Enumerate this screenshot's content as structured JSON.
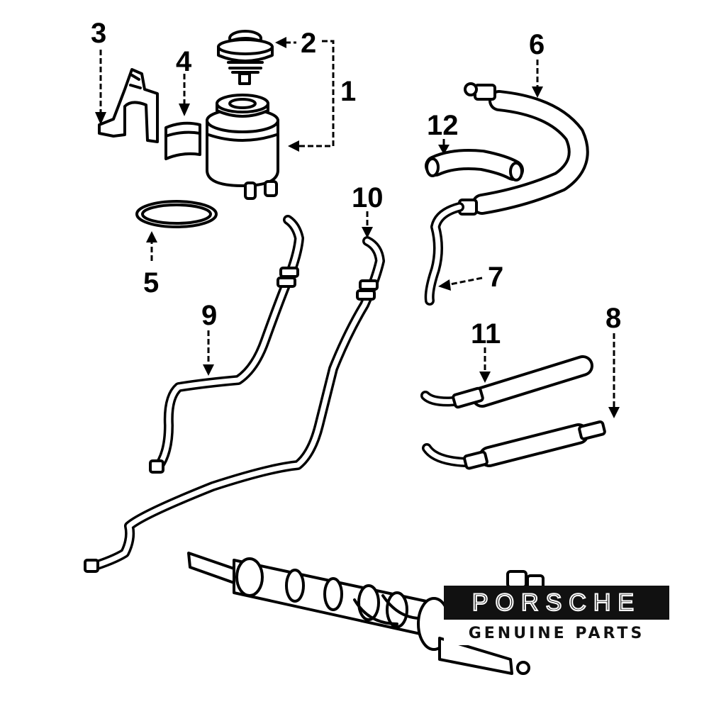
{
  "callouts": {
    "c1": "1",
    "c2": "2",
    "c3": "3",
    "c4": "4",
    "c5": "5",
    "c6": "6",
    "c7": "7",
    "c8": "8",
    "c9": "9",
    "c10": "10",
    "c11": "11",
    "c12": "12"
  },
  "branding": {
    "logo_text": "PORSCHE",
    "subtitle": "GENUINE PARTS"
  }
}
